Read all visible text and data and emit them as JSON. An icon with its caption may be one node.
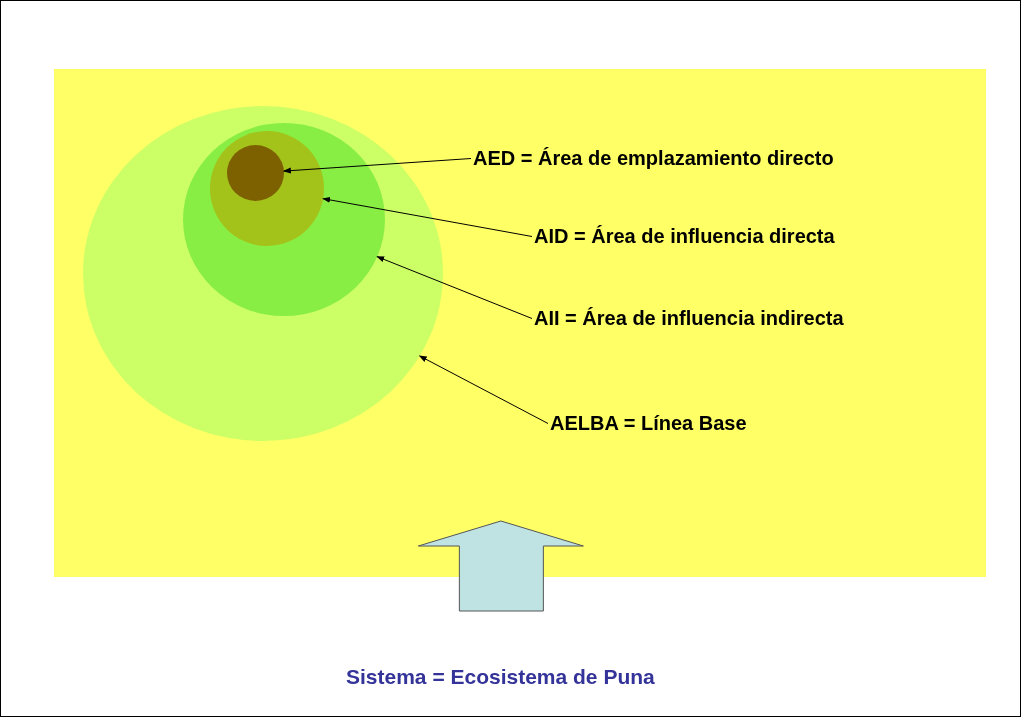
{
  "diagram": {
    "nodes": [
      {
        "text": [],
        "shape": "box"
      },
      {
        "text": [],
        "shape": "circle",
        "in": 0
      },
      {
        "text": [],
        "shape": "circle",
        "in": 1
      },
      {
        "text": [],
        "shape": "circle",
        "in": 2
      },
      {
        "text": [],
        "shape": "circle",
        "in": 3
      },
      {
        "text": [
          "AED = Área de emplazamiento directo"
        ],
        "in": 0
      },
      {
        "text": [
          "AID = Área de influencia directa"
        ],
        "in": 0
      },
      {
        "text": [
          "AII = Área de influencia indirecta"
        ],
        "in": 0
      },
      {
        "text": [
          "AELBA = Línea Base"
        ],
        "in": 0
      },
      {
        "text": [
          "Sistema = Ecosistema de Puna"
        ]
      }
    ],
    "edges": [
      {
        "from": 5,
        "to": 4,
        "arrow": "to"
      },
      {
        "from": 6,
        "to": 3,
        "arrow": "to"
      },
      {
        "from": 7,
        "to": 2,
        "arrow": "to"
      },
      {
        "from": 8,
        "to": 1,
        "arrow": "to"
      },
      {
        "from": 9,
        "to": 0,
        "arrow": "to",
        "style": "thick",
        "color": "#bfe3e3"
      }
    ]
  }
}
